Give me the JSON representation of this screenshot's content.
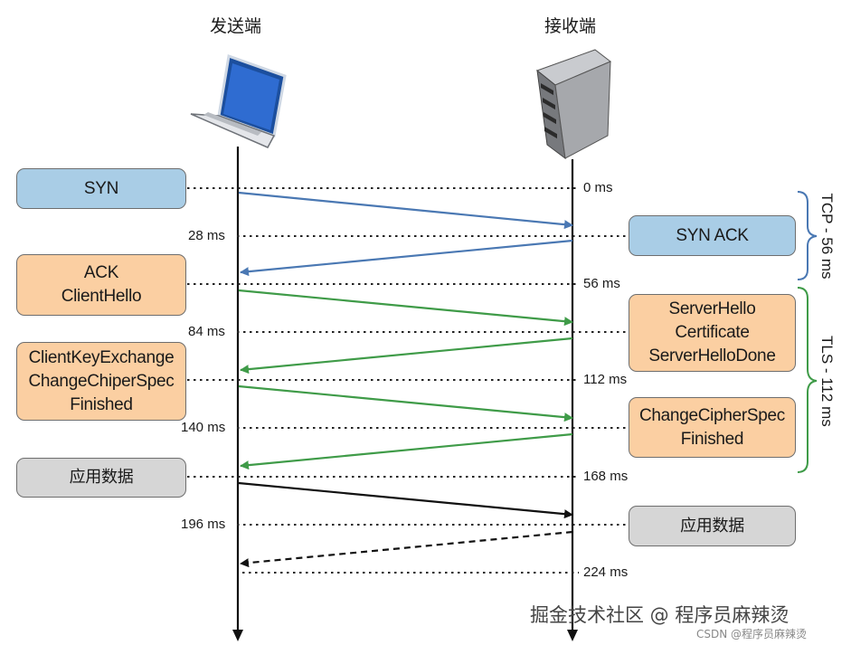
{
  "endpoints": {
    "sender": "发送端",
    "receiver": "接收端"
  },
  "client_messages": [
    {
      "id": "syn",
      "lines": [
        "SYN"
      ],
      "style": "blue"
    },
    {
      "id": "ack-clienthello",
      "lines": [
        "ACK",
        "ClientHello"
      ],
      "style": "orange"
    },
    {
      "id": "clientkeyexchange",
      "lines": [
        "ClientKeyExchange",
        "ChangeChiperSpec",
        "Finished"
      ],
      "style": "orange"
    },
    {
      "id": "app-data-client",
      "lines": [
        "应用数据"
      ],
      "style": "gray"
    }
  ],
  "server_messages": [
    {
      "id": "syn-ack",
      "lines": [
        "SYN ACK"
      ],
      "style": "blue"
    },
    {
      "id": "serverhello",
      "lines": [
        "ServerHello",
        "Certificate",
        "ServerHelloDone"
      ],
      "style": "orange"
    },
    {
      "id": "changecipherspec",
      "lines": [
        "ChangeCipherSpec",
        "Finished"
      ],
      "style": "orange"
    },
    {
      "id": "app-data-server",
      "lines": [
        "应用数据"
      ],
      "style": "gray"
    }
  ],
  "timestamps": {
    "right": [
      "0 ms",
      "56 ms",
      "112 ms",
      "168 ms",
      "224 ms"
    ],
    "left": [
      "28 ms",
      "84 ms",
      "140 ms",
      "196 ms"
    ]
  },
  "phases": [
    {
      "label": "TCP - 56 ms",
      "color": "#4a78b3"
    },
    {
      "label": "TLS - 112 ms",
      "color": "#3f9b48"
    }
  ],
  "arrow_colors": {
    "tcp": "#4a78b3",
    "tls": "#3f9b48",
    "data": "#111111"
  },
  "watermark": {
    "main": "掘金技术社区 @ 程序员麻辣烫",
    "sub": "CSDN @程序员麻辣烫"
  }
}
